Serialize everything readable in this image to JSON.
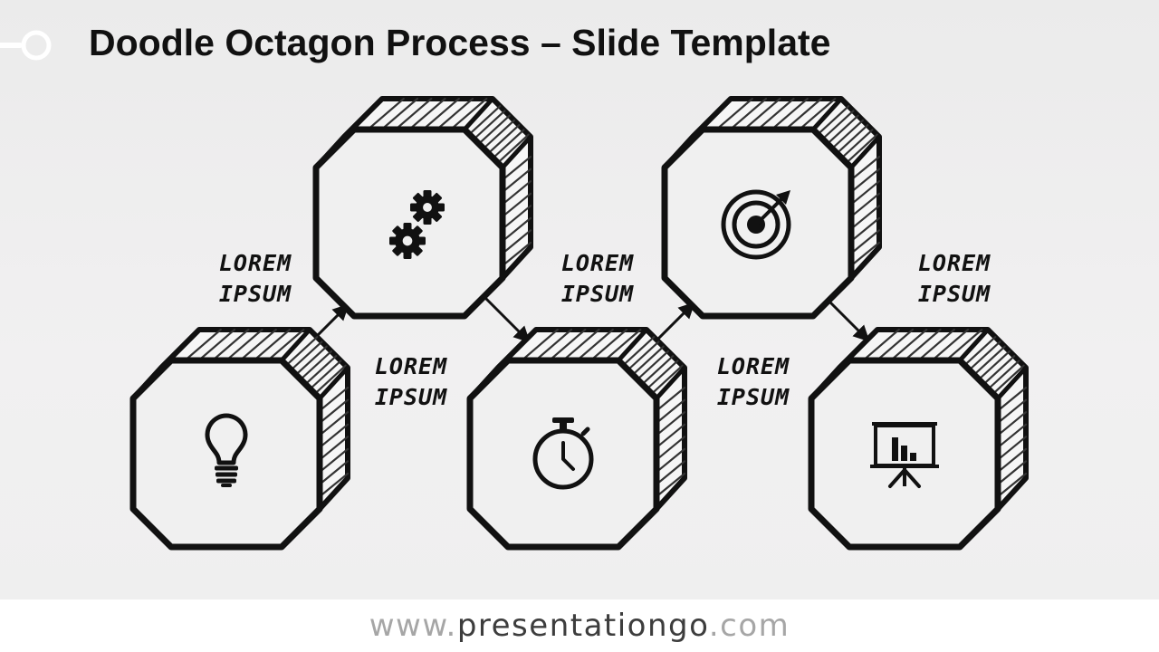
{
  "slide": {
    "title": "Doodle Octagon Process – Slide Template"
  },
  "steps": [
    {
      "icon": "lightbulb-icon",
      "label": "LOREM\nIPSUM"
    },
    {
      "icon": "gears-icon",
      "label": "LOREM\nIPSUM"
    },
    {
      "icon": "stopwatch-icon",
      "label": "LOREM\nIPSUM"
    },
    {
      "icon": "target-icon",
      "label": "LOREM\nIPSUM"
    },
    {
      "icon": "presentation-board-icon",
      "label": "LOREM\nIPSUM"
    }
  ],
  "footer": {
    "prefix": "www.",
    "brand": "presentationgo",
    "suffix": ".com"
  },
  "colors": {
    "ink": "#111111",
    "background": "#eeeeee",
    "footer_light": "#a6a6a6",
    "footer_dark": "#3d3d3d"
  }
}
